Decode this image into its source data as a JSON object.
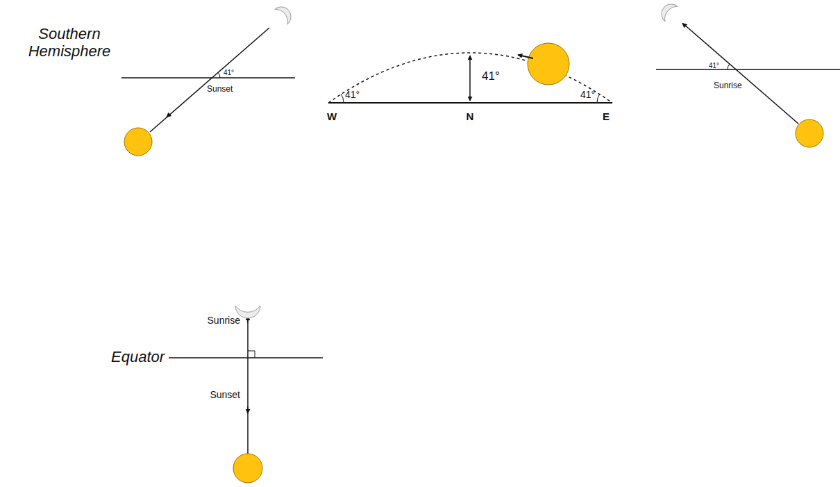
{
  "diagram": {
    "labels": [
      "Southern Hemisphere",
      "41°",
      "Sunset",
      "41°",
      "41°",
      "41°",
      "W",
      "N",
      "E",
      "41°",
      "Sunrise",
      "Sunrise",
      "Equator",
      "Sunset"
    ]
  }
}
